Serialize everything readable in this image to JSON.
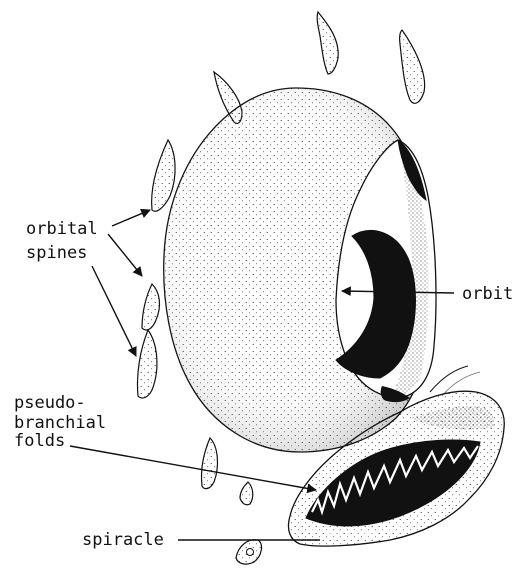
{
  "labels": {
    "orbital_1": "orbital",
    "orbital_2": "spines",
    "orbit": "orbit",
    "pseudo_1": "pseudo-",
    "pseudo_2": "branchial",
    "pseudo_3": "folds",
    "spiracle": "spiracle"
  },
  "colors": {
    "ink": "#111111",
    "paper": "#ffffff"
  }
}
